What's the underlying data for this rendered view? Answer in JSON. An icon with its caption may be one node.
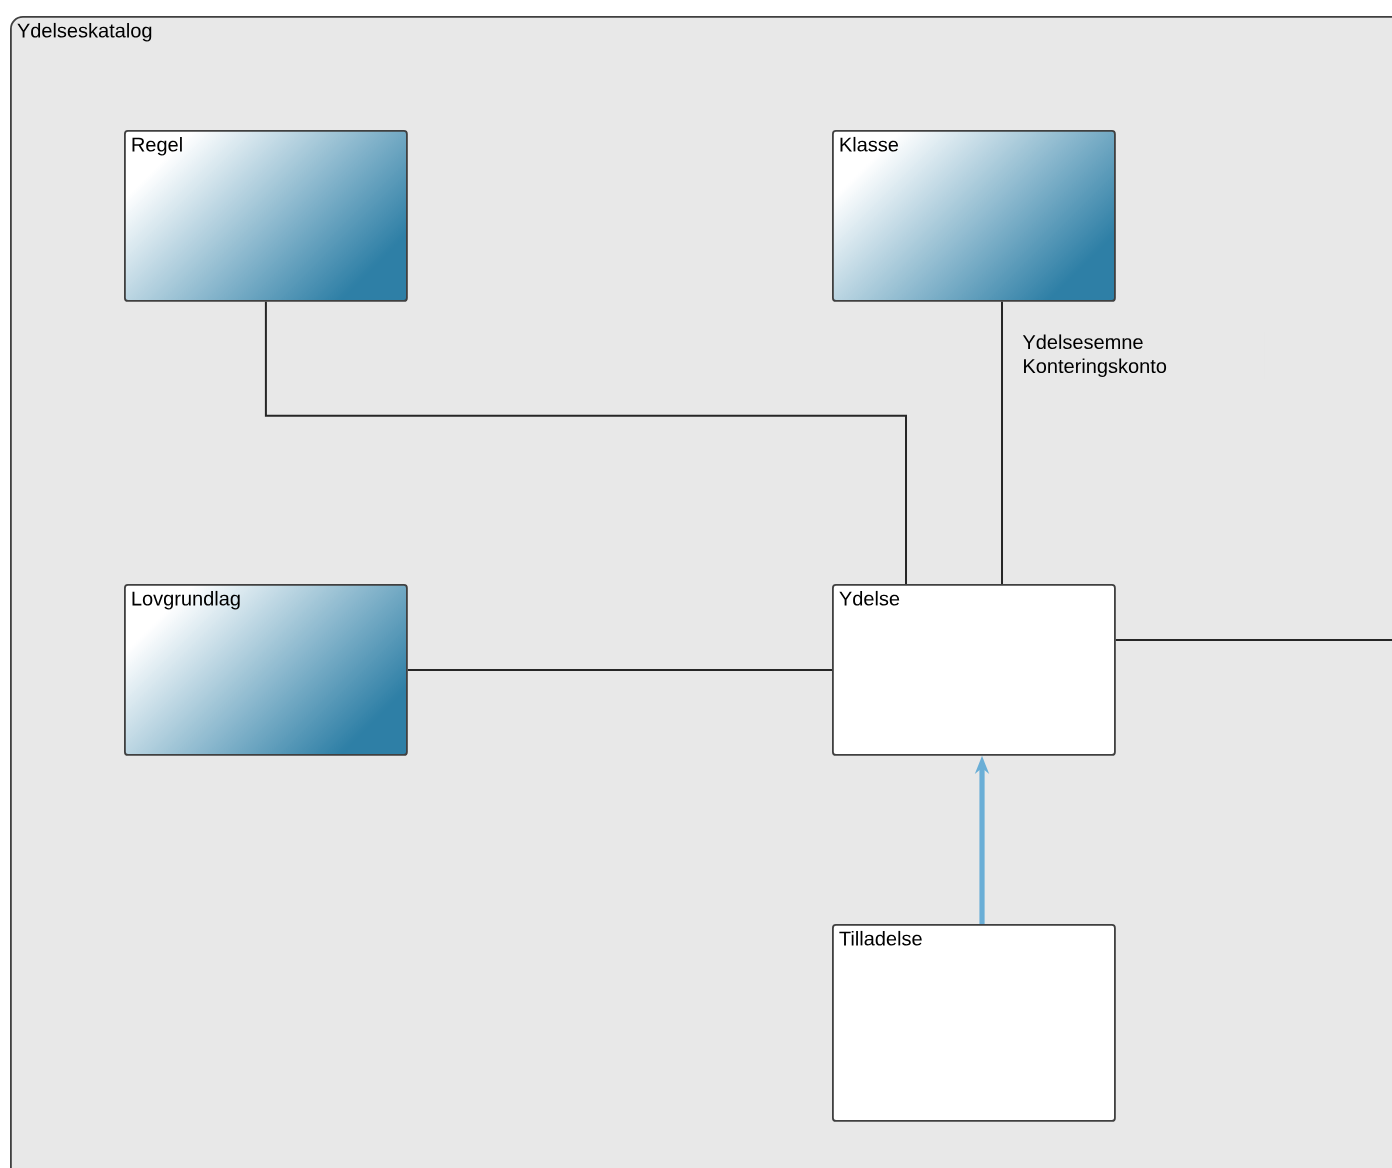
{
  "diagram": {
    "nodes": [
      {
        "text": [
          "Ydelseskatalog"
        ]
      },
      {
        "text": [
          "Regel"
        ],
        "in": 0
      },
      {
        "text": [
          "Klasse"
        ],
        "in": 0
      },
      {
        "text": [
          "Lovgrundlag"
        ],
        "in": 0
      },
      {
        "text": [
          "Ydelse"
        ],
        "in": 0
      },
      {
        "text": [
          "Tilladelse"
        ],
        "in": 0
      }
    ],
    "edges": [
      {
        "from": 1,
        "to": 4,
        "arrow": "none"
      },
      {
        "from": 2,
        "to": 4,
        "arrow": "none",
        "label": "Ydelsesemne Konteringskonto"
      },
      {
        "from": 3,
        "to": 4,
        "arrow": "none"
      },
      {
        "from": 4,
        "to": null,
        "arrow": "none"
      },
      {
        "from": 5,
        "to": 4,
        "arrow": "to",
        "style": "thick",
        "color": "#6aaed6"
      }
    ]
  }
}
